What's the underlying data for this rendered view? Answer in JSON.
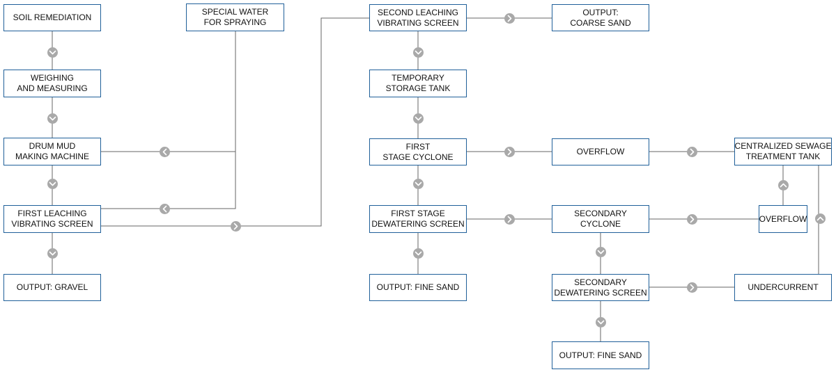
{
  "colors": {
    "box_border": "#1f5f99",
    "line": "#666666",
    "arrow_fill": "#a9a9a9",
    "arrow_glyph": "#ffffff",
    "text": "#111111"
  },
  "nodes": {
    "soil_remediation": [
      "SOIL REMEDIATION"
    ],
    "weighing": [
      "WEIGHING",
      "AND MEASURING"
    ],
    "drum_mud": [
      "DRUM MUD",
      "MAKING MACHINE"
    ],
    "first_leaching": [
      "FIRST LEACHING",
      "VIBRATING SCREEN"
    ],
    "output_gravel": [
      "OUTPUT: GRAVEL"
    ],
    "special_water": [
      "SPECIAL WATER",
      "FOR SPRAYING"
    ],
    "second_leaching": [
      "SECOND LEACHING",
      "VIBRATING SCREEN"
    ],
    "output_coarse": [
      "OUTPUT:",
      "COARSE SAND"
    ],
    "temp_storage": [
      "TEMPORARY",
      "STORAGE TANK"
    ],
    "first_cyclone": [
      "FIRST",
      "STAGE CYCLONE"
    ],
    "overflow_1": [
      "OVERFLOW"
    ],
    "central_tank": [
      "CENTRALIZED SEWAGE",
      "TREATMENT TANK"
    ],
    "first_dewater": [
      "FIRST STAGE",
      "DEWATERING SCREEN"
    ],
    "secondary_cyclone": [
      "SECONDARY",
      "CYCLONE"
    ],
    "overflow_2": [
      "OVERFLOW"
    ],
    "output_fine_1": [
      "OUTPUT: FINE SAND"
    ],
    "secondary_dewater": [
      "SECONDARY",
      "DEWATERING SCREEN"
    ],
    "undercurrent": [
      "UNDERCURRENT"
    ],
    "output_fine_2": [
      "OUTPUT: FINE SAND"
    ]
  },
  "flows": [
    {
      "from": "soil_remediation",
      "to": "weighing",
      "direction": "down"
    },
    {
      "from": "weighing",
      "to": "drum_mud",
      "direction": "down"
    },
    {
      "from": "drum_mud",
      "to": "first_leaching",
      "direction": "down"
    },
    {
      "from": "first_leaching",
      "to": "output_gravel",
      "direction": "down"
    },
    {
      "from": "special_water",
      "to": "drum_mud",
      "direction": "left"
    },
    {
      "from": "special_water",
      "to": "first_leaching",
      "direction": "left"
    },
    {
      "from": "first_leaching",
      "to": "second_leaching",
      "direction": "right"
    },
    {
      "from": "second_leaching",
      "to": "output_coarse",
      "direction": "right"
    },
    {
      "from": "second_leaching",
      "to": "temp_storage",
      "direction": "down"
    },
    {
      "from": "temp_storage",
      "to": "first_cyclone",
      "direction": "down"
    },
    {
      "from": "first_cyclone",
      "to": "overflow_1",
      "direction": "right"
    },
    {
      "from": "overflow_1",
      "to": "central_tank",
      "direction": "right"
    },
    {
      "from": "first_cyclone",
      "to": "first_dewater",
      "direction": "down"
    },
    {
      "from": "first_dewater",
      "to": "output_fine_1",
      "direction": "down"
    },
    {
      "from": "first_dewater",
      "to": "secondary_cyclone",
      "direction": "right"
    },
    {
      "from": "secondary_cyclone",
      "to": "overflow_2",
      "direction": "right"
    },
    {
      "from": "overflow_2",
      "to": "central_tank",
      "direction": "up"
    },
    {
      "from": "secondary_cyclone",
      "to": "secondary_dewater",
      "direction": "down"
    },
    {
      "from": "secondary_dewater",
      "to": "undercurrent",
      "direction": "right"
    },
    {
      "from": "undercurrent",
      "to": "central_tank",
      "direction": "up"
    },
    {
      "from": "secondary_dewater",
      "to": "output_fine_2",
      "direction": "down"
    }
  ]
}
